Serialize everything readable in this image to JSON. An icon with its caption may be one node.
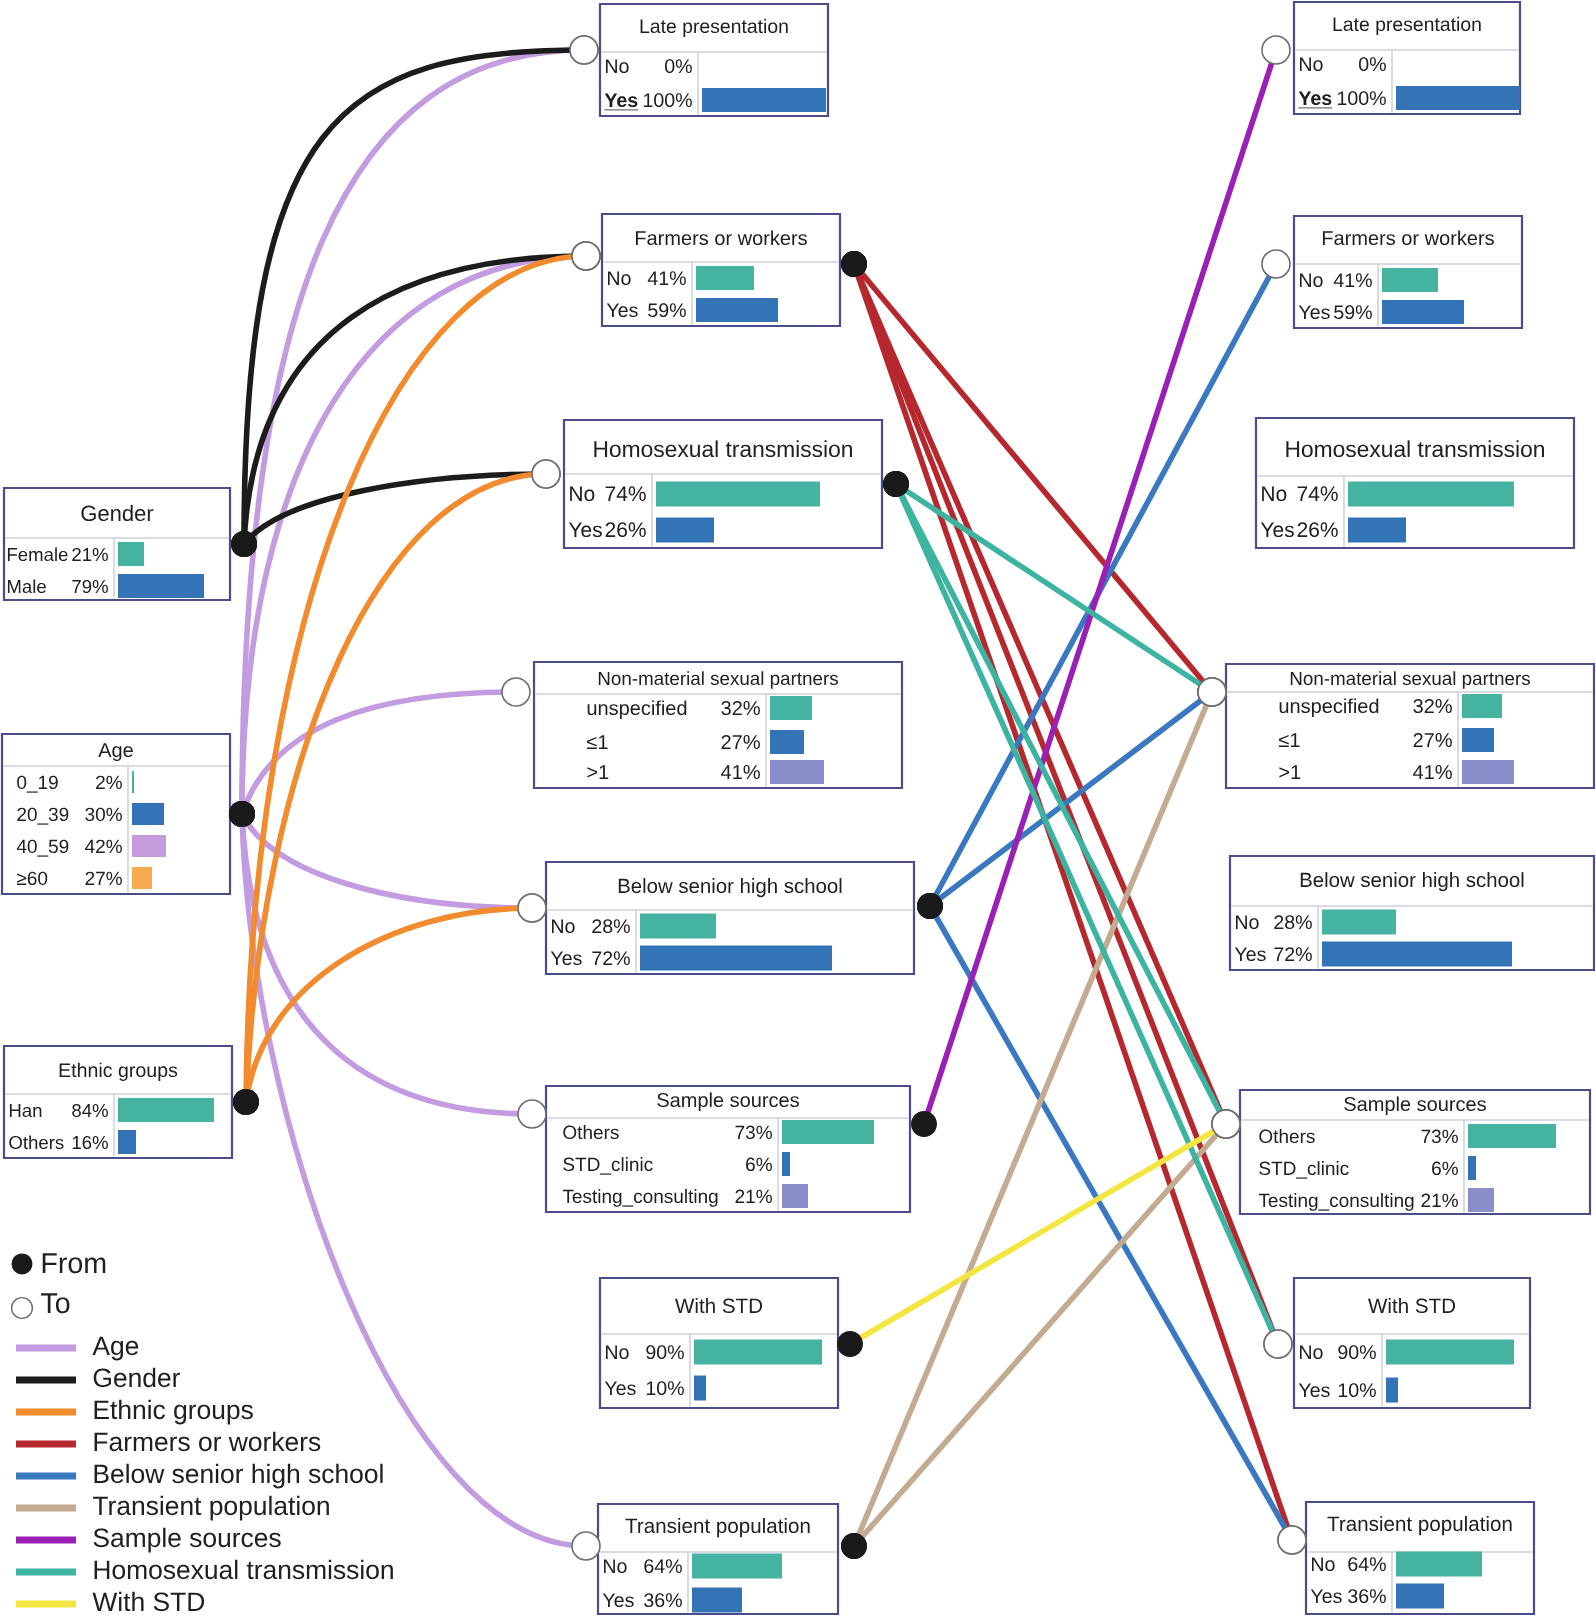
{
  "diagram": {
    "nodes": [
      {
        "text": [
          "Gender",
          "Female",
          "21%",
          "Male",
          "79%"
        ]
      },
      {
        "text": [
          "Age",
          "0_19",
          "2%",
          "20_39",
          "30%",
          "40_59",
          "42%",
          "≥60",
          "27%"
        ]
      },
      {
        "text": [
          "Ethnic groups",
          "Han",
          "84%",
          "Others",
          "16%"
        ]
      },
      {
        "text": [
          "Late presentation",
          "No",
          "0%",
          "Yes",
          "100%"
        ]
      },
      {
        "text": [
          "Farmers or workers",
          "No",
          "41%",
          "Yes",
          "59%"
        ]
      },
      {
        "text": [
          "Homosexual transmission",
          "No",
          "74%",
          "Yes",
          "26%"
        ]
      },
      {
        "text": [
          "Non-material sexual partners",
          "unspecified",
          "32%",
          "≤1",
          "27%",
          ">1",
          "41%"
        ]
      },
      {
        "text": [
          "Below senior high school",
          "No",
          "28%",
          "Yes",
          "72%"
        ]
      },
      {
        "text": [
          "Sample sources",
          "Others",
          "73%",
          "STD_clinic",
          "6%",
          "Testing_consulting",
          "21%"
        ]
      },
      {
        "text": [
          "With STD",
          "No",
          "90%",
          "Yes",
          "10%"
        ]
      },
      {
        "text": [
          "Transient population",
          "No",
          "64%",
          "Yes",
          "36%"
        ]
      },
      {
        "text": [
          "Late presentation",
          "No",
          "0%",
          "Yes",
          "100%"
        ]
      },
      {
        "text": [
          "Farmers or workers",
          "No",
          "41%",
          "Yes",
          "59%"
        ]
      },
      {
        "text": [
          "Homosexual transmission",
          "No",
          "74%",
          "Yes",
          "26%"
        ]
      },
      {
        "text": [
          "Non-material sexual partners",
          "unspecified",
          "32%",
          "≤1",
          "27%",
          ">1",
          "41%"
        ]
      },
      {
        "text": [
          "Below senior high school",
          "No",
          "28%",
          "Yes",
          "72%"
        ]
      },
      {
        "text": [
          "Sample sources",
          "Others",
          "73%",
          "STD_clinic",
          "6%",
          "Testing_consulting",
          "21%"
        ]
      },
      {
        "text": [
          "With STD",
          "No",
          "90%",
          "Yes",
          "10%"
        ]
      },
      {
        "text": [
          "Transient population",
          "No",
          "64%",
          "Yes",
          "36%"
        ]
      }
    ],
    "edges": [
      {
        "from": 1,
        "to": 3,
        "arrow": "other",
        "color": "#c39be0"
      },
      {
        "from": 1,
        "to": 4,
        "arrow": "other",
        "color": "#c39be0"
      },
      {
        "from": 1,
        "to": 6,
        "arrow": "other",
        "color": "#c39be0"
      },
      {
        "from": 1,
        "to": 7,
        "arrow": "other",
        "color": "#c39be0"
      },
      {
        "from": 1,
        "to": 8,
        "arrow": "other",
        "color": "#c39be0"
      },
      {
        "from": 1,
        "to": 10,
        "arrow": "other",
        "color": "#c39be0"
      },
      {
        "from": 0,
        "to": 3,
        "arrow": "other",
        "color": "#1c1c1c"
      },
      {
        "from": 0,
        "to": 4,
        "arrow": "other",
        "color": "#1c1c1c"
      },
      {
        "from": 0,
        "to": 5,
        "arrow": "other",
        "color": "#1c1c1c"
      },
      {
        "from": 2,
        "to": 4,
        "arrow": "other",
        "color": "#f28a2e"
      },
      {
        "from": 2,
        "to": 5,
        "arrow": "other",
        "color": "#f28a2e"
      },
      {
        "from": 2,
        "to": 7,
        "arrow": "other",
        "color": "#f28a2e"
      },
      {
        "from": 4,
        "to": 14,
        "arrow": "other",
        "color": "#b5282e"
      },
      {
        "from": 4,
        "to": 16,
        "arrow": "other",
        "color": "#b5282e"
      },
      {
        "from": 4,
        "to": 17,
        "arrow": "other",
        "color": "#b5282e"
      },
      {
        "from": 4,
        "to": 18,
        "arrow": "other",
        "color": "#b5282e"
      },
      {
        "from": 7,
        "to": 12,
        "arrow": "other",
        "color": "#3a78bf"
      },
      {
        "from": 7,
        "to": 14,
        "arrow": "other",
        "color": "#3a78bf"
      },
      {
        "from": 7,
        "to": 18,
        "arrow": "other",
        "color": "#3a78bf"
      },
      {
        "from": 10,
        "to": 14,
        "arrow": "other",
        "color": "#c3ab92"
      },
      {
        "from": 10,
        "to": 16,
        "arrow": "other",
        "color": "#c3ab92"
      },
      {
        "from": 8,
        "to": 11,
        "arrow": "other",
        "color": "#9a1fb5"
      },
      {
        "from": 5,
        "to": 14,
        "arrow": "other",
        "color": "#3db3a1"
      },
      {
        "from": 5,
        "to": 16,
        "arrow": "other",
        "color": "#3db3a1"
      },
      {
        "from": 5,
        "to": 17,
        "arrow": "other",
        "color": "#3db3a1"
      },
      {
        "from": 9,
        "to": 16,
        "arrow": "other",
        "color": "#f4e640"
      }
    ],
    "legend": [
      {
        "text": "From"
      },
      {
        "text": "To"
      },
      {
        "text": "Age",
        "color": "#c39be0"
      },
      {
        "text": "Gender",
        "color": "#1c1c1c"
      },
      {
        "text": "Ethnic groups",
        "color": "#f28a2e"
      },
      {
        "text": "Farmers or workers",
        "color": "#b5282e"
      },
      {
        "text": "Below senior high school",
        "color": "#3a78bf"
      },
      {
        "text": "Transient population",
        "color": "#c3ab92"
      },
      {
        "text": "Sample sources",
        "color": "#9a1fb5"
      },
      {
        "text": "Homosexual transmission",
        "color": "#3db3a1"
      },
      {
        "text": "With STD",
        "color": "#f4e640"
      }
    ]
  }
}
